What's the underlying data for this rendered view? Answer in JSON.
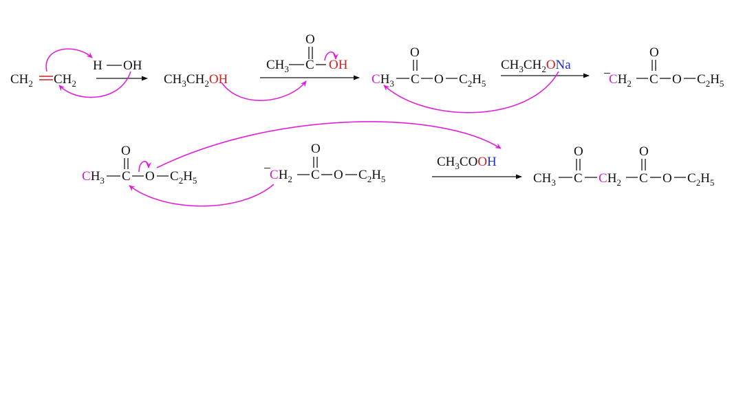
{
  "colors": {
    "black": "#111111",
    "red": "#d21f1f",
    "blue": "#1c2fc4",
    "magenta": "#d020c8",
    "arrow_magenta": "#e020d8"
  },
  "row1": {
    "ethylene": {
      "ch2_a": "CH",
      "sub_a": "2",
      "ch2_b": "CH",
      "sub_b": "2"
    },
    "water": {
      "h": "H",
      "oh": "OH"
    },
    "ethanol": {
      "prefix": "CH",
      "sub1": "3",
      "mid": "CH",
      "sub2": "2",
      "oh": "OH"
    },
    "acetic_acid": {
      "o": "O",
      "ch3": "CH",
      "sub": "3",
      "c": "C",
      "oh": "OH"
    },
    "ethyl_acetate": {
      "o": "O",
      "c1": "C",
      "h3": "H",
      "sub3": "3",
      "c": "C",
      "o_ester": "O",
      "ethyl": "C",
      "sub_e1": "2",
      "h": "H",
      "sub_e2": "5"
    },
    "reagent_ethoxide": {
      "prefix": "CH",
      "sub1": "3",
      "mid": "CH",
      "sub2": "2",
      "o": "O",
      "na": "Na"
    },
    "enolate": {
      "charge": "−",
      "c": "C",
      "h": "H",
      "sub": "2",
      "o": "O",
      "co": "C",
      "o_ester": "O",
      "ethyl": "C",
      "sub_e1": "2",
      "h5": "H",
      "sub_e2": "5"
    }
  },
  "row2": {
    "ethyl_acetate": {
      "o": "O",
      "c1": "C",
      "h3": "H",
      "sub3": "3",
      "c": "C",
      "o_ester": "O",
      "ethyl": "C",
      "sub_e1": "2",
      "h": "H",
      "sub_e2": "5"
    },
    "enolate": {
      "charge": "−",
      "c": "C",
      "h": "H",
      "sub": "2",
      "o": "O",
      "co": "C",
      "o_ester": "O",
      "ethyl": "C",
      "sub_e1": "2",
      "h5": "H",
      "sub_e2": "5"
    },
    "reagent_acid": {
      "prefix": "CH",
      "sub": "3",
      "co": "CO",
      "o": "O",
      "h": "H"
    },
    "product": {
      "o1": "O",
      "ch3": "CH",
      "sub3": "3",
      "c1": "C",
      "c2": "C",
      "h2": "H",
      "sub2": "2",
      "o2": "O",
      "c3": "C",
      "o_ester": "O",
      "ethyl": "C",
      "sub_e1": "2",
      "h5": "H",
      "sub_e2": "5"
    }
  }
}
